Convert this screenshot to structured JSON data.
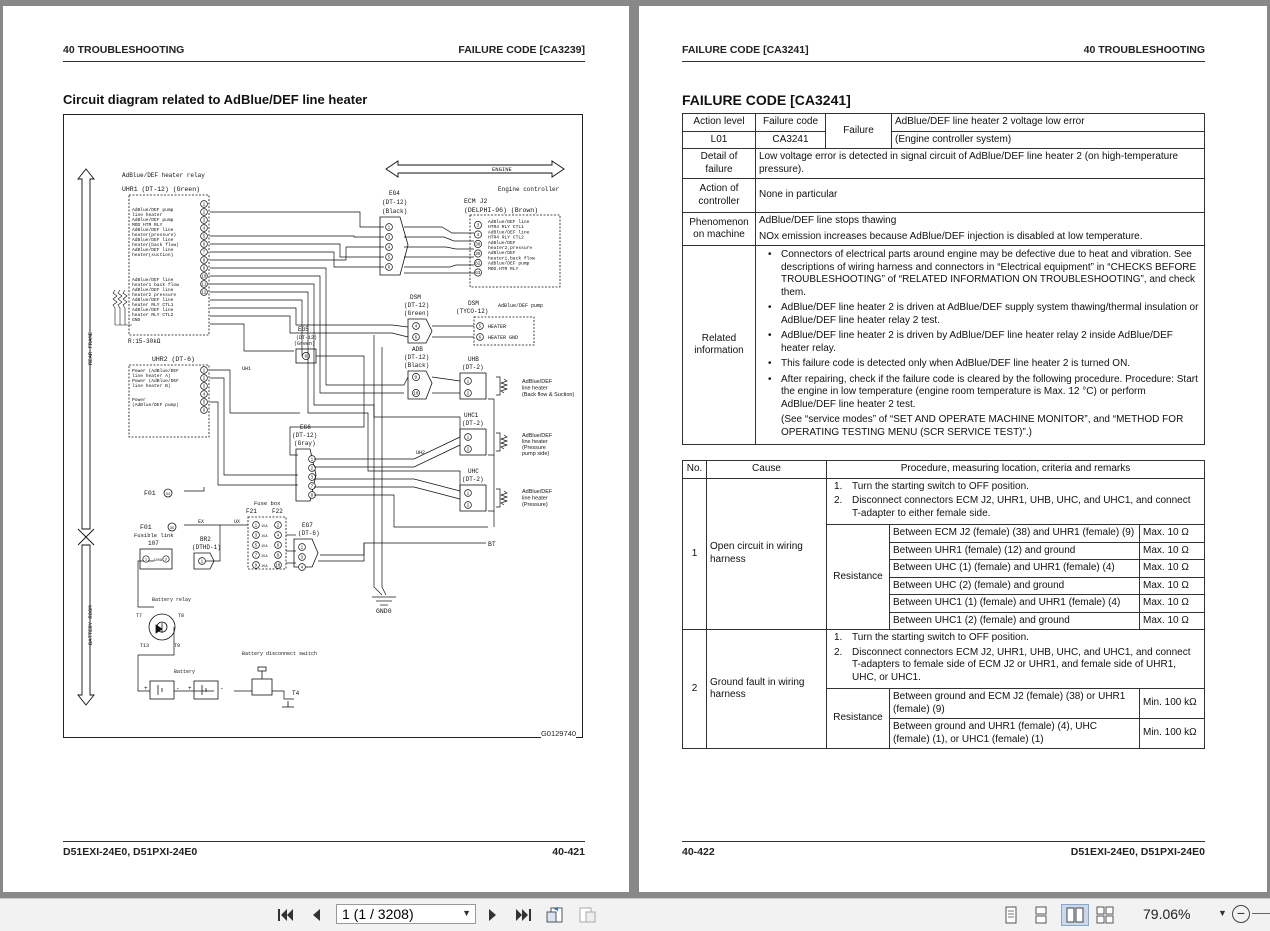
{
  "left_page": {
    "header_left": "40 TROUBLESHOOTING",
    "header_right": "FAILURE CODE [CA3239]",
    "title": "Circuit diagram related to AdBlue/DEF line heater",
    "figure_number": "G0129740",
    "footer_left": "D51EXI-24E0, D51PXI-24E0",
    "footer_right": "40-421",
    "diagram": {
      "frame_labels": [
        "REAR FRAME",
        "BATTERY ROOM"
      ],
      "engine_label": "ENGINE",
      "uhr1": {
        "title": "AdBlue/DEF heater relay",
        "connector": "UHR1 (DT-12) (Green)",
        "pins": [
          "1",
          "2",
          "3",
          "4",
          "5",
          "6",
          "7",
          "8",
          "9",
          "10",
          "11",
          "12"
        ],
        "labels": [
          "AdBlue/DEF pump",
          "line heater",
          "AdBlue/DEF pump",
          "MOD HTR RLY",
          "AdBlue/DEF line",
          "heater(pressure)",
          "AdBlue/DEF line",
          "heater(back flow)",
          "AdBlue/DEF line",
          "heater(suction)",
          "AdBlue/DEF line",
          "heater1 back flow",
          "AdBlue/DEF line",
          "heater2 pressure",
          "AdBlue/DEF line",
          "heater RLY CTL1",
          "AdBlue/DEF line",
          "heater RLY CTL2",
          "GND"
        ],
        "resistance": "R:15-30kΩ"
      },
      "uhr2": {
        "connector": "UHR2 (DT-6)",
        "pins": [
          "1",
          "2",
          "3",
          "4",
          "5",
          "6"
        ],
        "labels": [
          "Power (AdBlue/DEF",
          "line heater A)",
          "Power (AdBlue/DEF",
          "line heater B)",
          "Power",
          "(AdBlue/DEF pump)"
        ]
      },
      "eg4": {
        "name": "EG4",
        "type": "(DT-12)",
        "color": "(Black)",
        "pins": [
          "1",
          "3",
          "4",
          "5",
          "6"
        ]
      },
      "ecm": {
        "title": "Engine controller",
        "connector": "ECM J2",
        "type": "(DELPHI-96) (Brown)",
        "pins": [
          "3",
          "4",
          "38",
          "35",
          "62",
          "63"
        ],
        "labels": [
          "AdBlue/DEF line",
          "HTR4 RLY CTL1",
          "AdBlue/DEF line",
          "HTR4 RLY CTL2",
          "AdBlue/DEF",
          "heater2,pressure",
          "AdBlue/DEF",
          "heater1,back flow",
          "AdBlue/DEF pump",
          "MOD.HTR RLY"
        ]
      },
      "dsm_left": {
        "name": "DSM",
        "type": "(DT-12)",
        "color": "(Green)",
        "pins": [
          "4",
          "6"
        ]
      },
      "dsm_right": {
        "name": "DSM",
        "type": "(TYCO-12)",
        "title": "AdBlue/DEF pump",
        "pins": [
          "5",
          "6"
        ],
        "labels": [
          "HEATER",
          "HEATER GND"
        ]
      },
      "eg5": {
        "name": "EG5",
        "type": "(DT-12)",
        "color": "(Green)",
        "pins": [
          "6"
        ]
      },
      "adb": {
        "name": "ADB",
        "type": "(DT-12)",
        "color": "(Black)",
        "pins": [
          "9",
          "10"
        ]
      },
      "uhb": {
        "name": "UHB",
        "type": "(DT-2)",
        "pins": [
          "1",
          "2"
        ],
        "labels": [
          "AdBlue/DEF",
          "line heater",
          "(Back flow & Suction)"
        ]
      },
      "uhc1": {
        "name": "UHC1",
        "type": "(DT-2)",
        "pins": [
          "1",
          "2"
        ],
        "labels": [
          "AdBlue/DEF",
          "line heater",
          "(Pressure",
          "pump side)"
        ]
      },
      "uhc": {
        "name": "UHC",
        "type": "(DT-2)",
        "pins": [
          "1",
          "2"
        ],
        "labels": [
          "AdBlue/DEF",
          "line heater",
          "(Pressure)"
        ]
      },
      "eg6": {
        "name": "EG6",
        "type": "(DT-12)",
        "color": "(Gray)",
        "pins": [
          "1",
          "2",
          "3",
          "7",
          "8"
        ]
      },
      "eg7": {
        "name": "EG7",
        "type": "(DT-6)",
        "pins": [
          "1",
          "3",
          "4"
        ]
      },
      "fusebox": {
        "title": "Fuse box",
        "left": "F21",
        "right": "F22",
        "pins": [
          "1",
          "2",
          "3",
          "4",
          "5",
          "6",
          "7",
          "8",
          "9",
          "10"
        ],
        "ratings": [
          "15A",
          "15A",
          "15A",
          "15A",
          "15A"
        ]
      },
      "wire_labels": [
        "UH1",
        "UH2",
        "UX",
        "EX",
        "BT"
      ],
      "fusible_link": {
        "title": "Fusible link",
        "name": "107",
        "pins": [
          "1",
          "2"
        ],
        "rating": "120A"
      },
      "fo1_labels": [
        "F01",
        "F01"
      ],
      "fo1_pins": [
        "34",
        "35"
      ],
      "br2": {
        "name": "BR2",
        "type": "(DTHD-1)",
        "pins": [
          "1"
        ]
      },
      "battery_relay": {
        "title": "Battery relay",
        "terminals": [
          "T7",
          "T8",
          "T13",
          "T9"
        ]
      },
      "battery": {
        "label": "Battery"
      },
      "battery_disconnect": {
        "label": "Battery disconnect switch",
        "terminal": "T4"
      },
      "ground": "GND0"
    }
  },
  "right_page": {
    "header_left": "FAILURE CODE [CA3241]",
    "header_right": "40 TROUBLESHOOTING",
    "title": "FAILURE CODE [CA3241]",
    "footer_left": "40-422",
    "footer_right": "D51EXI-24E0, D51PXI-24E0",
    "summary": {
      "action_level_label": "Action level",
      "failure_code_label": "Failure code",
      "action_level": "L01",
      "failure_code": "CA3241",
      "failure_label": "Failure",
      "failure_line1": "AdBlue/DEF line heater 2 voltage low error",
      "failure_line2": "(Engine controller system)",
      "detail_label": "Detail of failure",
      "detail": "Low voltage error is detected in signal circuit of AdBlue/DEF line heater 2 (on high-temperature pressure).",
      "action_label": "Action of controller",
      "action": "None in particular",
      "phenomenon_label": "Phenomenon on machine",
      "phenomenon_line1": "AdBlue/DEF line stops thawing",
      "phenomenon_line2": "NOx emission increases because AdBlue/DEF injection is disabled at low temperature.",
      "related_label": "Related information",
      "related": [
        "Connectors of electrical parts around engine may be defective due to heat and vibration. See descriptions of wiring harness and connectors in “Electrical equipment” in “CHECKS BEFORE TROUBLESHOOTING” of “RELATED INFORMATION ON TROUBLESHOOTING”, and check them.",
        "AdBlue/DEF line heater 2 is driven at AdBlue/DEF supply system thawing/thermal insulation or AdBlue/DEF line heater relay 2 test.",
        "AdBlue/DEF line heater 2 is driven by AdBlue/DEF line heater relay 2 inside AdBlue/DEF heater relay.",
        "This failure code is detected only when AdBlue/DEF line heater 2 is turned ON.",
        "After repairing, check if the failure code is cleared by the following procedure. Procedure: Start the engine in low temperature (engine room temperature is Max. 12 °C) or perform AdBlue/DEF line heater 2 test."
      ],
      "related_note": "(See “service modes” of “SET AND OPERATE MACHINE MONITOR”, and “METHOD FOR OPERATING TESTING MENU (SCR SERVICE TEST)”.)"
    },
    "causes": {
      "headers": [
        "No.",
        "Cause",
        "Procedure, measuring location, criteria and remarks"
      ],
      "resistance_label": "Resistance",
      "rows": [
        {
          "no": "1",
          "cause": "Open circuit in wiring harness",
          "steps": [
            "Turn the starting switch to OFF position.",
            "Disconnect connectors ECM J2, UHR1, UHB, UHC, and UHC1, and connect T-adapter to either female side."
          ],
          "measurements": [
            {
              "between": "Between ECM J2 (female) (38) and UHR1 (female) (9)",
              "value": "Max. 10 Ω"
            },
            {
              "between": "Between UHR1 (female) (12) and ground",
              "value": "Max. 10 Ω"
            },
            {
              "between": "Between UHC (1) (female) and UHR1 (female) (4)",
              "value": "Max. 10 Ω"
            },
            {
              "between": "Between UHC (2) (female) and ground",
              "value": "Max. 10 Ω"
            },
            {
              "between": "Between UHC1 (1) (female) and UHR1 (female) (4)",
              "value": "Max. 10 Ω"
            },
            {
              "between": "Between UHC1 (2) (female) and ground",
              "value": "Max. 10 Ω"
            }
          ]
        },
        {
          "no": "2",
          "cause": "Ground fault in wiring harness",
          "steps": [
            "Turn the starting switch to OFF position.",
            "Disconnect connectors ECM J2, UHR1, UHB, UHC, and UHC1, and connect T-adapters to female side of ECM J2 or UHR1, and female side of UHR1, UHC, or UHC1."
          ],
          "measurements": [
            {
              "between": "Between ground and ECM J2 (female) (38) or UHR1 (female) (9)",
              "value": "Min. 100 kΩ"
            },
            {
              "between": "Between ground and UHR1 (female) (4), UHC (female) (1), or UHC1 (female) (1)",
              "value": "Min. 100 kΩ"
            }
          ]
        }
      ]
    }
  },
  "toolbar": {
    "page_indicator": "1 (1 / 3208)",
    "zoom": "79.06%",
    "icons": [
      "first-page-icon",
      "previous-page-icon",
      "next-page-icon",
      "last-page-icon",
      "go-back-view-icon",
      "go-forward-view-icon",
      "single-page-view-icon",
      "continuous-view-icon",
      "facing-view-icon",
      "continuous-facing-view-icon",
      "zoom-dropdown-icon",
      "zoom-out-icon"
    ]
  }
}
